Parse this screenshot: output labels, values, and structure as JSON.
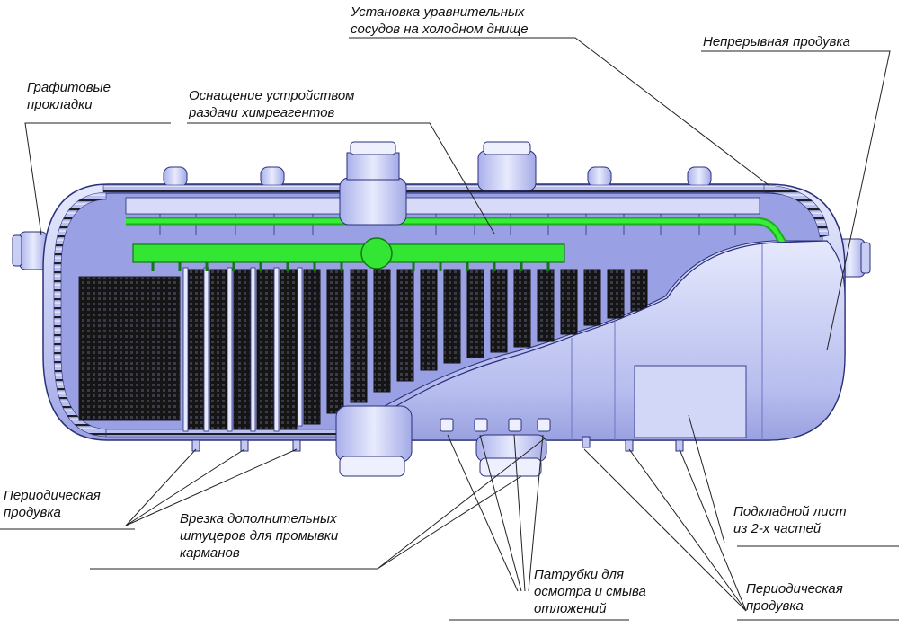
{
  "colors": {
    "vessel_fill": "#c8cdf4",
    "vessel_dark": "#8c93d6",
    "vessel_outline": "#2a2f7a",
    "green_manifold": "#22dd22",
    "tube_bundle": "#1a1a1a",
    "leader_lines": "#222222"
  },
  "labels": {
    "equalizing_vessels": [
      "Установка уравнительных",
      "сосудов на холодном днище"
    ],
    "continuous_blowdown": [
      "Непрерывная продувка"
    ],
    "graphite_gaskets": [
      "Графитовые",
      "прокладки"
    ],
    "chem_dosing": [
      "Оснащение устройством",
      "раздачи химреагентов"
    ],
    "periodic_blowdown_left": [
      "Периодическая",
      "продувка"
    ],
    "extra_nozzles": [
      "Врезка дополнительных",
      "штуцеров для промывки",
      "карманов"
    ],
    "inspection_nozzles": [
      "Патрубки для",
      "осмотра и смыва",
      "отложений"
    ],
    "backing_plate": [
      "Подкладной лист",
      "из 2-х частей"
    ],
    "periodic_blowdown_right": [
      "Периодическая",
      "продувка"
    ]
  }
}
